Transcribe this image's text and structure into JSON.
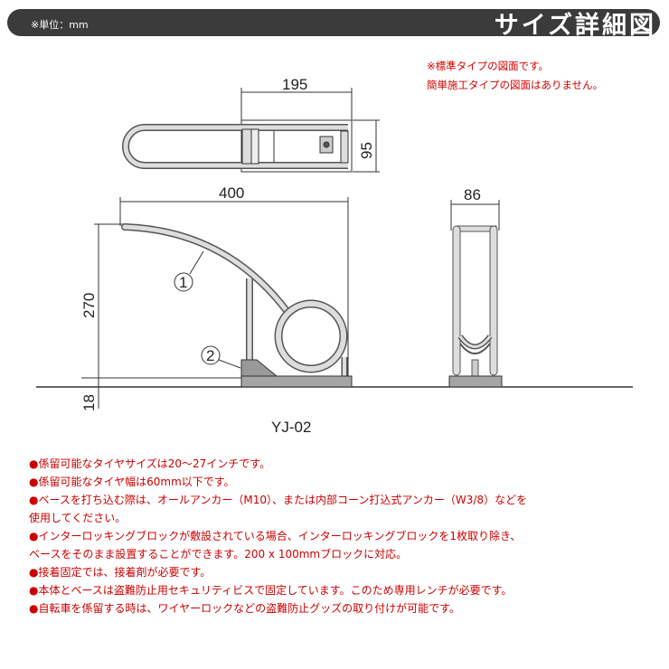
{
  "header": {
    "unit": "※単位：mm",
    "title": "サイズ詳細図"
  },
  "red_notes": [
    "※標準タイプの図面です。",
    "簡単施工タイプの図面はありません。"
  ],
  "dimensions": {
    "top_width": "195",
    "top_depth": "95",
    "side_length": "400",
    "side_height": "270",
    "base_height": "18",
    "front_width": "86"
  },
  "callouts": [
    "1",
    "2"
  ],
  "model": "YJ-02",
  "notes": [
    "●係留可能なタイヤサイズは20～27インチです。",
    "●係留可能なタイヤ幅は60mm以下です。",
    "●ベースを打ち込む際は、オールアンカー（M10）、または内部コーン打込式アンカー（W3/8）などを",
    "使用してください。",
    "●インターロッキングブロックが敷設されている場合、インターロッキングブロックを1枚取り除き、",
    "ベースをそのまま設置することができます。200 x 100mmブロックに対応。",
    "●接着固定では、接着剤が必要です。",
    "●本体とベースは盗難防止用セキュリティビスで固定しています。このため専用レンチが必要です。",
    "●自転車を係留する時は、ワイヤーロックなどの盗難防止グッズの取り付けが可能です。"
  ]
}
